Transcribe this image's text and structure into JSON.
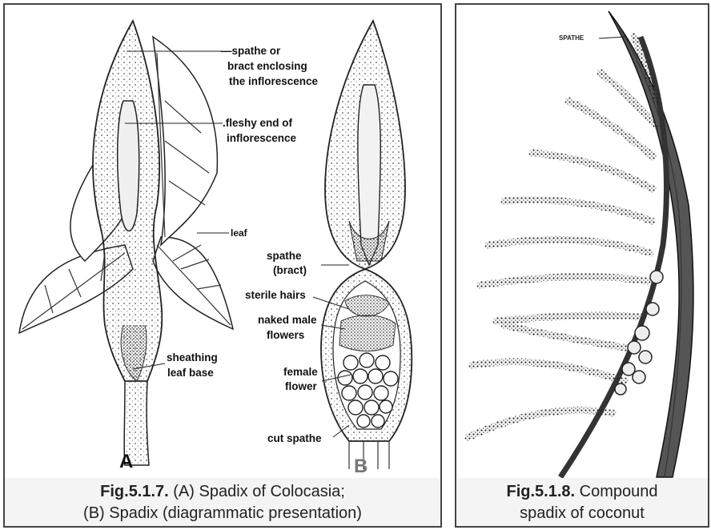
{
  "figure_left": {
    "labels": {
      "spathe_or": "—spathe or",
      "bract_enclosing": "bract enclosing",
      "the_inflorescence": "the inflorescence",
      "fleshy_end_1": ".fleshy end of",
      "fleshy_end_2": "inflorescence",
      "leaf": "leaf",
      "sheathing_1": "sheathing",
      "sheathing_2": "leaf base",
      "panel_a": "A",
      "spathe_bract_1": "spathe",
      "spathe_bract_2": "(bract)",
      "sterile_hairs": "sterile hairs",
      "naked_male_1": "naked male",
      "naked_male_2": "flowers",
      "female_1": "female",
      "female_2": "flower",
      "cut_spathe": "cut spathe",
      "panel_b": "B"
    },
    "caption": {
      "fig_no": "Fig.5.1.7.",
      "line1": " (A) Spadix of Colocasia;",
      "line2": "(B) Spadix (diagrammatic presentation)"
    }
  },
  "figure_right": {
    "labels": {
      "spathe": "SPATHE"
    },
    "caption": {
      "fig_no": "Fig.5.1.8.",
      "line1": " Compound",
      "line2": "spadix of coconut"
    }
  }
}
